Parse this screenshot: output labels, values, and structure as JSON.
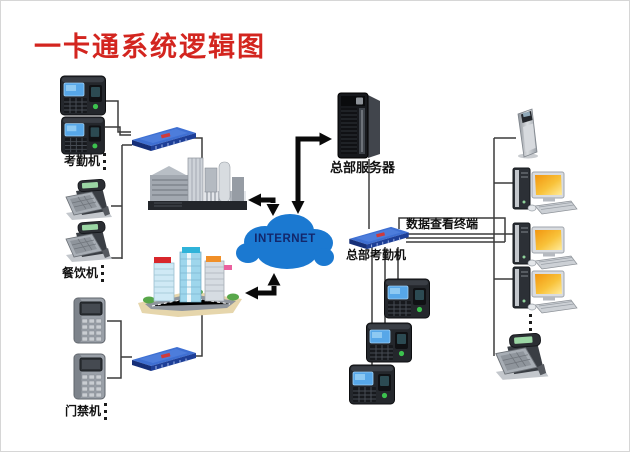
{
  "title": "一卡通系统逻辑图",
  "cloud": {
    "label": "INTERNET"
  },
  "labels": {
    "attendance": "考勤机",
    "dining": "餐饮机",
    "access": "门禁机",
    "hq_server": "总部服务器",
    "hq_attendance": "总部考勤机",
    "data_terminal": "数据查看终端"
  },
  "colors": {
    "title": "#d3251f",
    "cloud": "#1b79d1",
    "cloud-text": "#13276b",
    "arrow": "#0a0a0a",
    "wire": "#3c3c3c",
    "switch-top": "#3e6fd2",
    "switch-front": "#1e3f97"
  }
}
